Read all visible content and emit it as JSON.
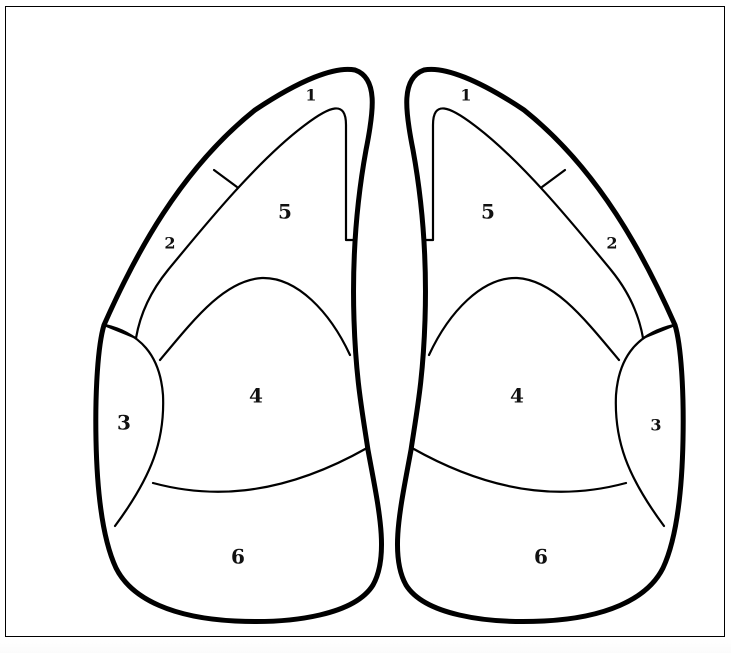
{
  "lobes": {
    "left": {
      "segments": [
        {
          "id": "1",
          "label": "1"
        },
        {
          "id": "2",
          "label": "2"
        },
        {
          "id": "3",
          "label": "3"
        },
        {
          "id": "4",
          "label": "4"
        },
        {
          "id": "5",
          "label": "5"
        },
        {
          "id": "6",
          "label": "6"
        }
      ]
    },
    "right": {
      "segments": [
        {
          "id": "1",
          "label": "1"
        },
        {
          "id": "2",
          "label": "2"
        },
        {
          "id": "3",
          "label": "3"
        },
        {
          "id": "4",
          "label": "4"
        },
        {
          "id": "5",
          "label": "5"
        },
        {
          "id": "6",
          "label": "6"
        }
      ]
    }
  },
  "colors": {
    "line": "#000000",
    "background": "#ffffff"
  }
}
